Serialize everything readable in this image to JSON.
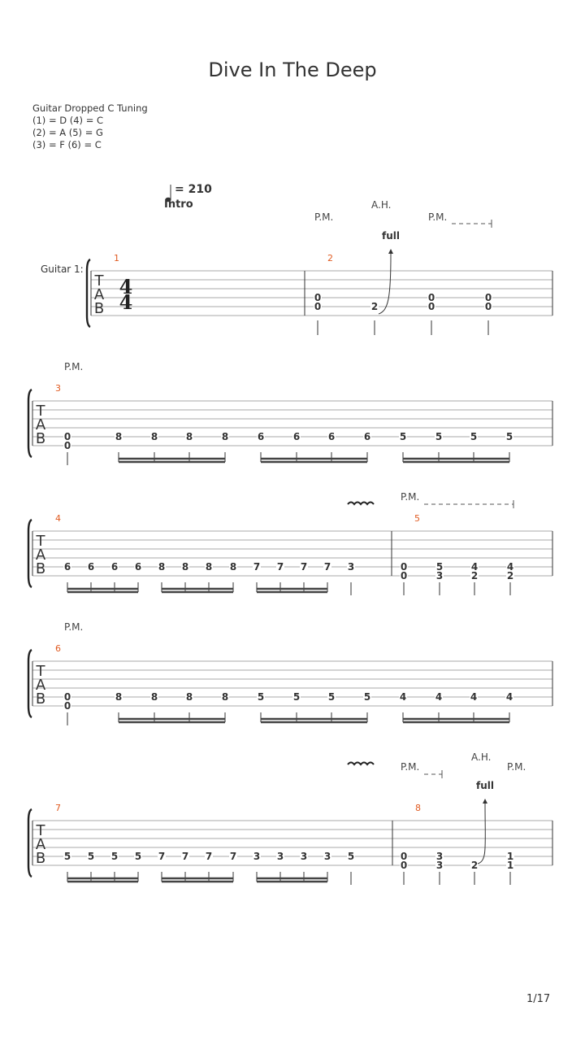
{
  "title": "Dive In The Deep",
  "tuning": {
    "name": "Guitar Dropped C Tuning",
    "lines": [
      "(1) = D (4) = C",
      "(2) = A (5) = G",
      "(3) = F  (6) = C"
    ]
  },
  "tempo": {
    "prefix": "= ",
    "value": "210"
  },
  "section_label": "Intro",
  "guitar_label": "Guitar 1:",
  "time_signature": {
    "top": "4",
    "bottom": "4"
  },
  "tab_letters": [
    "T",
    "A",
    "B"
  ],
  "annotations": {
    "palm_mute": "P.M.",
    "artificial_harmonic": "A.H.",
    "bend": "full"
  },
  "measures": [
    {
      "number": "1",
      "notes": []
    },
    {
      "number": "2",
      "notes": [
        {
          "frets": [
            [
              "5",
              "0"
            ],
            [
              "6",
              "0"
            ]
          ]
        },
        {
          "frets": [
            [
              "6",
              "2"
            ]
          ],
          "bend": "full"
        },
        {
          "frets": [
            [
              "5",
              "0"
            ],
            [
              "6",
              "0"
            ]
          ]
        },
        {
          "frets": [
            [
              "5",
              "0"
            ],
            [
              "6",
              "0"
            ]
          ]
        }
      ]
    },
    {
      "number": "3",
      "notes": [
        {
          "frets": [
            [
              "6",
              "0"
            ],
            [
              "7",
              "0"
            ]
          ]
        },
        {
          "frets": [
            [
              "6",
              "8"
            ]
          ]
        },
        {
          "frets": [
            [
              "6",
              "8"
            ]
          ]
        },
        {
          "frets": [
            [
              "6",
              "8"
            ]
          ]
        },
        {
          "frets": [
            [
              "6",
              "8"
            ]
          ]
        },
        {
          "frets": [
            [
              "6",
              "6"
            ]
          ]
        },
        {
          "frets": [
            [
              "6",
              "6"
            ]
          ]
        },
        {
          "frets": [
            [
              "6",
              "6"
            ]
          ]
        },
        {
          "frets": [
            [
              "6",
              "6"
            ]
          ]
        },
        {
          "frets": [
            [
              "6",
              "5"
            ]
          ]
        },
        {
          "frets": [
            [
              "6",
              "5"
            ]
          ]
        },
        {
          "frets": [
            [
              "6",
              "5"
            ]
          ]
        },
        {
          "frets": [
            [
              "6",
              "5"
            ]
          ]
        }
      ]
    },
    {
      "number": "4",
      "notes": [
        {
          "frets": [
            [
              "6",
              "6"
            ]
          ]
        },
        {
          "frets": [
            [
              "6",
              "6"
            ]
          ]
        },
        {
          "frets": [
            [
              "6",
              "6"
            ]
          ]
        },
        {
          "frets": [
            [
              "6",
              "6"
            ]
          ]
        },
        {
          "frets": [
            [
              "6",
              "8"
            ]
          ]
        },
        {
          "frets": [
            [
              "6",
              "8"
            ]
          ]
        },
        {
          "frets": [
            [
              "6",
              "8"
            ]
          ]
        },
        {
          "frets": [
            [
              "6",
              "8"
            ]
          ]
        },
        {
          "frets": [
            [
              "6",
              "7"
            ]
          ]
        },
        {
          "frets": [
            [
              "6",
              "7"
            ]
          ]
        },
        {
          "frets": [
            [
              "6",
              "7"
            ]
          ]
        },
        {
          "frets": [
            [
              "6",
              "7"
            ]
          ]
        },
        {
          "frets": [
            [
              "6",
              "3"
            ]
          ]
        }
      ]
    },
    {
      "number": "5",
      "notes": [
        {
          "frets": [
            [
              "6",
              "0"
            ],
            [
              "7",
              "0"
            ]
          ]
        },
        {
          "frets": [
            [
              "6",
              "5"
            ],
            [
              "7",
              "3"
            ]
          ]
        },
        {
          "frets": [
            [
              "6",
              "4"
            ],
            [
              "7",
              "2"
            ]
          ]
        },
        {
          "frets": [
            [
              "6",
              "4"
            ],
            [
              "7",
              "2"
            ]
          ]
        }
      ]
    },
    {
      "number": "6",
      "notes": [
        {
          "frets": [
            [
              "6",
              "0"
            ],
            [
              "7",
              "0"
            ]
          ]
        },
        {
          "frets": [
            [
              "6",
              "8"
            ]
          ]
        },
        {
          "frets": [
            [
              "6",
              "8"
            ]
          ]
        },
        {
          "frets": [
            [
              "6",
              "8"
            ]
          ]
        },
        {
          "frets": [
            [
              "6",
              "8"
            ]
          ]
        },
        {
          "frets": [
            [
              "6",
              "5"
            ]
          ]
        },
        {
          "frets": [
            [
              "6",
              "5"
            ]
          ]
        },
        {
          "frets": [
            [
              "6",
              "5"
            ]
          ]
        },
        {
          "frets": [
            [
              "6",
              "5"
            ]
          ]
        },
        {
          "frets": [
            [
              "6",
              "4"
            ]
          ]
        },
        {
          "frets": [
            [
              "6",
              "4"
            ]
          ]
        },
        {
          "frets": [
            [
              "6",
              "4"
            ]
          ]
        },
        {
          "frets": [
            [
              "6",
              "4"
            ]
          ]
        }
      ]
    },
    {
      "number": "7",
      "notes": [
        {
          "frets": [
            [
              "6",
              "5"
            ]
          ]
        },
        {
          "frets": [
            [
              "6",
              "5"
            ]
          ]
        },
        {
          "frets": [
            [
              "6",
              "5"
            ]
          ]
        },
        {
          "frets": [
            [
              "6",
              "5"
            ]
          ]
        },
        {
          "frets": [
            [
              "6",
              "7"
            ]
          ]
        },
        {
          "frets": [
            [
              "6",
              "7"
            ]
          ]
        },
        {
          "frets": [
            [
              "6",
              "7"
            ]
          ]
        },
        {
          "frets": [
            [
              "6",
              "7"
            ]
          ]
        },
        {
          "frets": [
            [
              "6",
              "3"
            ]
          ]
        },
        {
          "frets": [
            [
              "6",
              "3"
            ]
          ]
        },
        {
          "frets": [
            [
              "6",
              "3"
            ]
          ]
        },
        {
          "frets": [
            [
              "6",
              "3"
            ]
          ]
        },
        {
          "frets": [
            [
              "6",
              "5"
            ]
          ]
        }
      ]
    },
    {
      "number": "8",
      "notes": [
        {
          "frets": [
            [
              "6",
              "0"
            ],
            [
              "7",
              "0"
            ]
          ]
        },
        {
          "frets": [
            [
              "6",
              "3"
            ],
            [
              "7",
              "3"
            ]
          ]
        },
        {
          "frets": [
            [
              "7",
              "2"
            ]
          ],
          "bend": "full"
        },
        {
          "frets": [
            [
              "6",
              "1"
            ],
            [
              "7",
              "1"
            ]
          ]
        }
      ]
    }
  ],
  "page_number": "1/17"
}
